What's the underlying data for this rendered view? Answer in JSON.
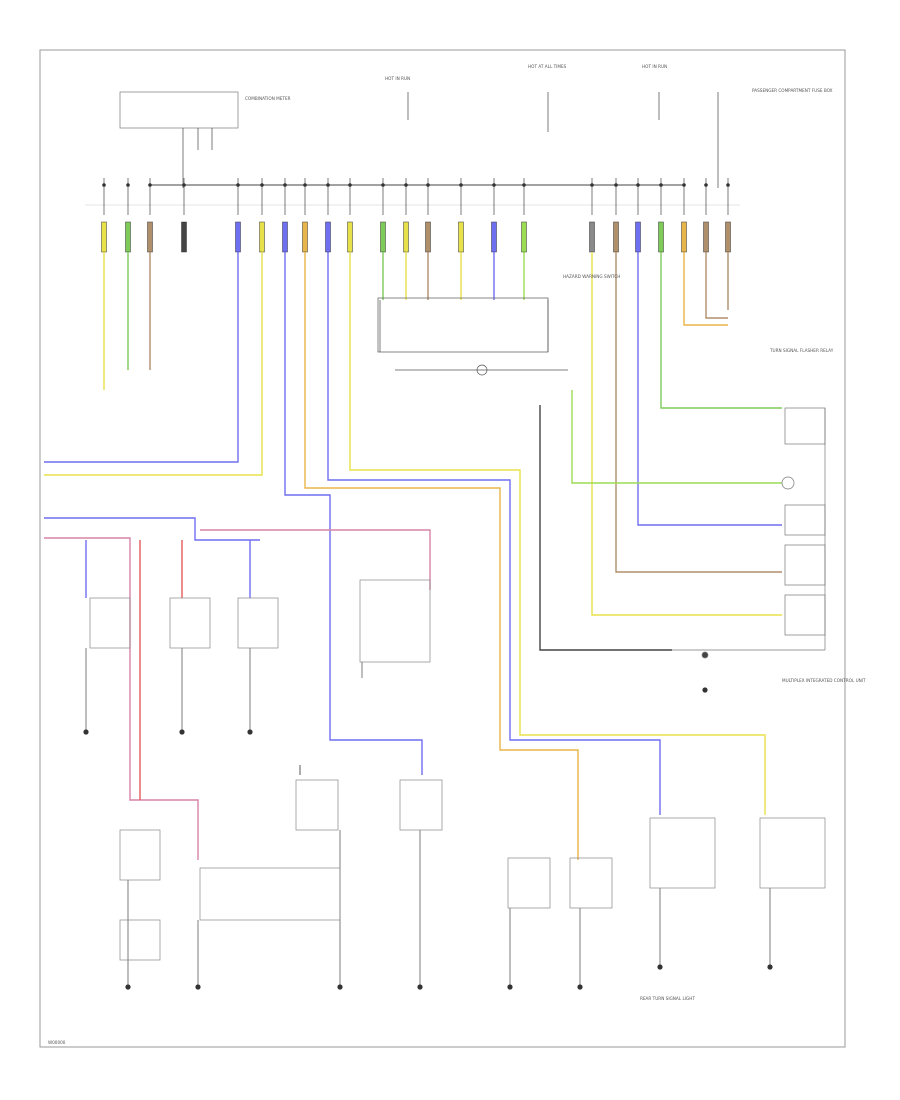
{
  "diagram": {
    "labels": {
      "fuse_a": "HOT IN RUN",
      "fuse_b": "HOT AT ALL TIMES",
      "fuse_c": "HOT IN RUN",
      "top_right_module": "PASSENGER COMPARTMENT FUSE BOX",
      "combination_meter": "COMBINATION METER",
      "hazard_switch": "HAZARD WARNING SWITCH",
      "turn_relay": "TURN SIGNAL FLASHER RELAY",
      "multiplex_module": "MULTIPLEX INTEGRATED CONTROL UNIT",
      "rear_turn": "REAR TURN SIGNAL LIGHT",
      "footer": "W00000"
    },
    "wire_colors": {
      "yellow": "#e8e24a",
      "green": "#7ecb5a",
      "blue": "#6f6ff2",
      "brown": "#b08f6b",
      "pink": "#d783a8",
      "red": "#e45a5a",
      "orange": "#e8b54a",
      "lightgreen": "#9cdc52",
      "gray": "#8a8a8a",
      "black": "#444444"
    }
  }
}
